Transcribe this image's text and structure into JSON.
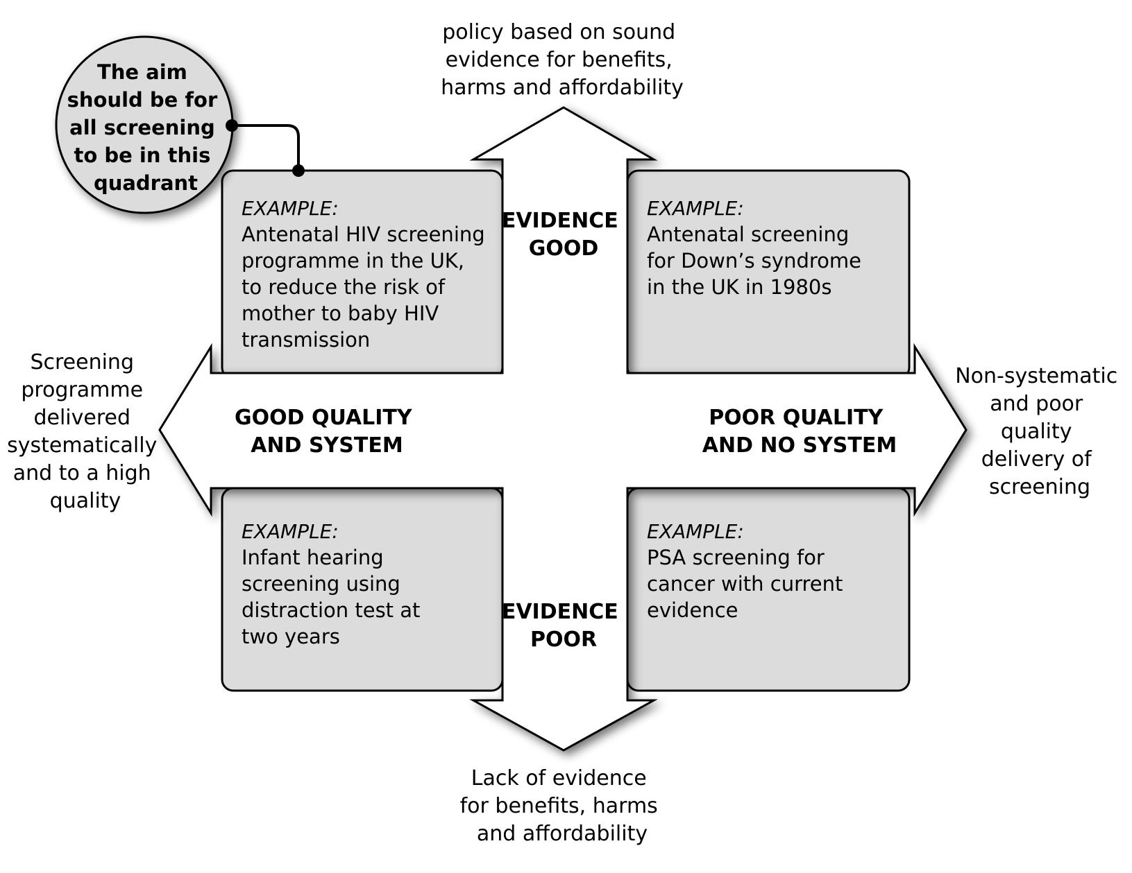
{
  "axes": {
    "top": {
      "arrow_label": [
        "EVIDENCE",
        "GOOD"
      ],
      "outer_text": [
        "policy based on sound",
        "evidence for benefits,",
        "harms and affordability"
      ]
    },
    "bottom": {
      "arrow_label": [
        "EVIDENCE",
        "POOR"
      ],
      "outer_text": [
        "Lack of evidence",
        "for benefits, harms",
        "and affordability"
      ]
    },
    "left": {
      "arrow_label": [
        "GOOD QUALITY",
        "AND SYSTEM"
      ],
      "outer_text": [
        "Screening",
        "programme",
        "delivered",
        "systematically",
        "and to a high",
        "quality"
      ]
    },
    "right": {
      "arrow_label": [
        "POOR QUALITY",
        "AND NO SYSTEM"
      ],
      "outer_text": [
        "Non-systematic",
        "and poor",
        "quality",
        "delivery of",
        "screening"
      ]
    }
  },
  "quadrants": {
    "top_left": {
      "heading": "EXAMPLE:",
      "lines": [
        "Antenatal HIV screening",
        "programme in the UK,",
        "to reduce the risk of",
        "mother to baby HIV",
        "transmission"
      ]
    },
    "top_right": {
      "heading": "EXAMPLE:",
      "lines": [
        "Antenatal screening",
        "for Down’s syndrome",
        "in the UK in 1980s"
      ]
    },
    "bottom_left": {
      "heading": "EXAMPLE:",
      "lines": [
        "Infant hearing",
        "screening using",
        "distraction test at",
        "two years"
      ]
    },
    "bottom_right": {
      "heading": "EXAMPLE:",
      "lines": [
        "PSA screening for",
        "cancer with current",
        "evidence"
      ]
    }
  },
  "callout": {
    "lines": [
      "The aim",
      "should be for",
      "all screening",
      "to be in this",
      "quadrant"
    ]
  },
  "colors": {
    "quadrant_fill": "#dcdcdc",
    "bubble_fill": "#dcdcdc",
    "arrow_fill": "#ffffff",
    "stroke": "#000000"
  }
}
